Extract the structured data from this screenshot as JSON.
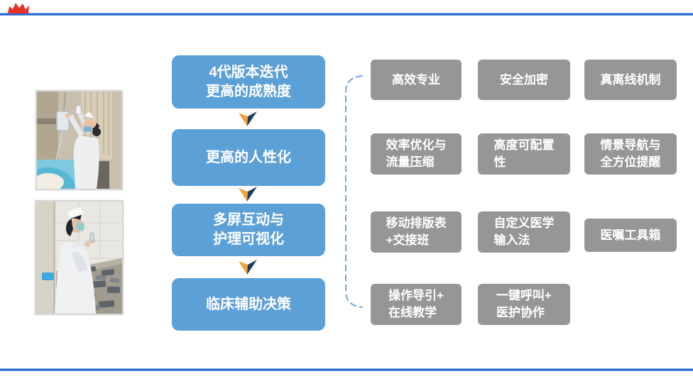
{
  "flow_steps": [
    {
      "label": "4代版本迭代\n更高的成熟度"
    },
    {
      "label": "更高的人性化"
    },
    {
      "label": "多屏互动与\n护理可视化"
    },
    {
      "label": "临床辅助决策"
    }
  ],
  "features": [
    {
      "label": "高效专业"
    },
    {
      "label": "安全加密"
    },
    {
      "label": "真离线机制"
    },
    {
      "label": "效率优化与\n流量压缩"
    },
    {
      "label": "高度可配置\n性"
    },
    {
      "label": "情景导航与\n全方位提醒"
    },
    {
      "label": "移动排版表\n+交接班"
    },
    {
      "label": "自定义医学\n输入法"
    },
    {
      "label": "医嘱工具箱"
    },
    {
      "label": "操作导引+\n在线教学"
    },
    {
      "label": "一键呼叫+\n医护协作"
    }
  ],
  "colors": {
    "flow_box_blue": "#5CA0D8",
    "feature_box_gray": "#969696",
    "arrow_orange": "#F2A23B",
    "arrow_navy": "#1F3D5C",
    "bracket_blue": "#6FA8DC",
    "divider_blue": "#2F6FD6",
    "red_decoration": "#E5332A"
  }
}
